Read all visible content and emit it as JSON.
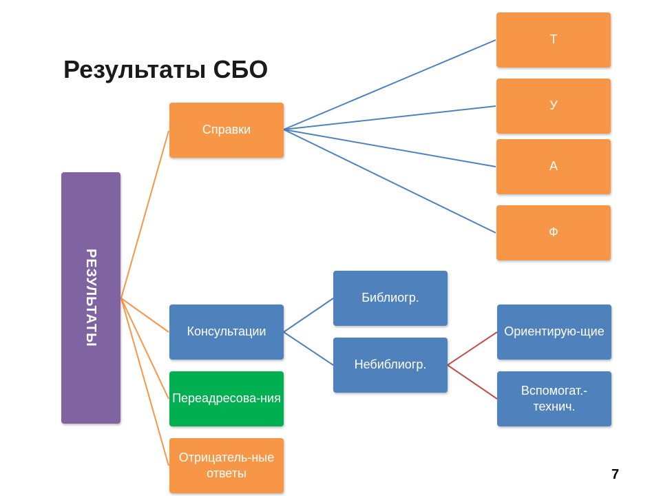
{
  "title": "Результаты СБО",
  "root": "РЕЗУЛЬТАТЫ",
  "categories": {
    "spravki": "Справки",
    "konsultatsii": "Консультации",
    "pereadresovaniya": "Переадресова-ния",
    "otritsatelnye": "Отрицатель-ные ответы"
  },
  "spravki_types": [
    "Т",
    "У",
    "А",
    "Ф"
  ],
  "konsultatsii_types": {
    "bibliogr": "Библиогр.",
    "nebibliogr": "Небиблиогр."
  },
  "nebibliogr_types": {
    "orientiruyushchie": "Ориентирую-щие",
    "vspomogat": "Вспомогат.-технич."
  },
  "page_number": "7",
  "colors": {
    "orange": "#f79646",
    "blue": "#4f81bd",
    "purple": "#8064a2",
    "green": "#00b050",
    "link_orange": "#f79646",
    "link_blue": "#4f81bd",
    "link_red": "#c0504d"
  }
}
